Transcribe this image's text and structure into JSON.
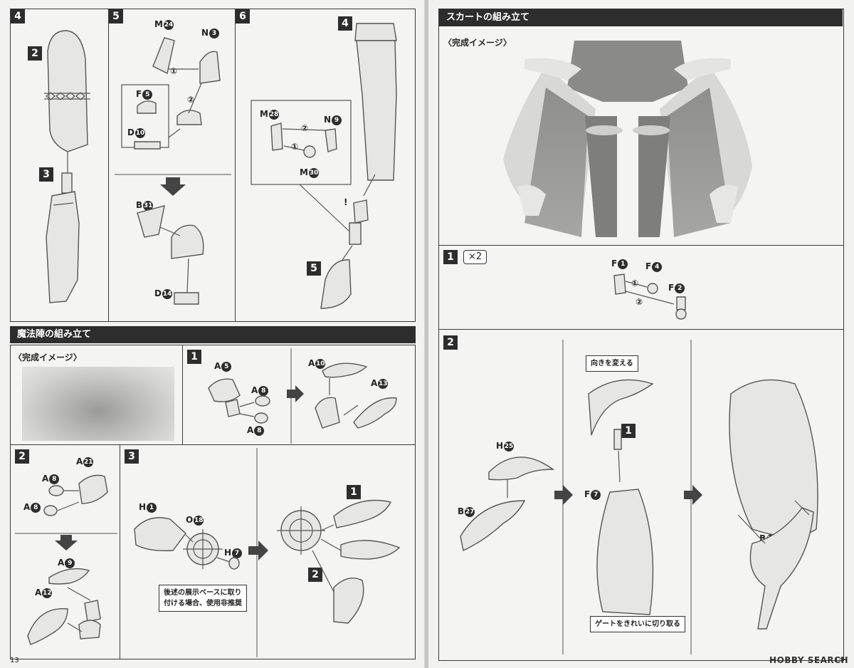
{
  "left": {
    "steps": {
      "s4": "4",
      "s5": "5",
      "s6": "6"
    },
    "step4": {
      "p2": "2",
      "p3": "3"
    },
    "step5": {
      "m": "M",
      "m_n": "24",
      "n": "N",
      "n_n": "3",
      "f": "F",
      "f_n": "5",
      "d": "D",
      "d_n": "10",
      "b": "B",
      "b_n": "31",
      "d2": "D",
      "d2_n": "14",
      "c1": "①",
      "c2": "②"
    },
    "step6": {
      "p4": "4",
      "p5": "5",
      "m": "M",
      "m_n": "28",
      "n": "N",
      "n_n": "9",
      "m2": "M",
      "m2_n": "30",
      "c1": "①",
      "c2": "②",
      "warn": "!"
    },
    "section_title": "魔法陣の組み立て",
    "image_label": "〈完成イメージ〉",
    "s1": {
      "num": "1",
      "a": "A",
      "a_n": "5",
      "a8": "A",
      "a8_n": "8",
      "a8b": "A",
      "a8b_n": "8",
      "a10": "A",
      "a10_n": "10",
      "a13": "A",
      "a13_n": "13"
    },
    "s2": {
      "num": "2",
      "a21": "A",
      "a21_n": "21",
      "a8": "A",
      "a8_n": "8",
      "a8b": "A",
      "a8b_n": "8",
      "a9": "A",
      "a9_n": "9",
      "a12": "A",
      "a12_n": "12"
    },
    "s3": {
      "num": "3",
      "h1": "H",
      "h1_n": "1",
      "o": "O",
      "o_n": "18",
      "h7": "H",
      "h7_n": "7",
      "note": "後述の展示ベースに取り\n付ける場合、使用非推奨",
      "p1": "1",
      "p2": "2"
    },
    "page_number": "13"
  },
  "right": {
    "section_title": "スカートの組み立て",
    "image_label": "〈完成イメージ〉",
    "s1": {
      "num": "1",
      "mult": "×2",
      "f1": "F",
      "f1_n": "1",
      "f4": "F",
      "f4_n": "4",
      "f2": "F",
      "f2_n": "2",
      "c1": "①",
      "c2": "②"
    },
    "s2": {
      "num": "2",
      "note_top": "向きを変える",
      "h": "H",
      "h_n": "25",
      "b27": "B",
      "b27_n": "27",
      "p1": "1",
      "f7": "F",
      "f7_n": "7",
      "b21": "B",
      "b21_n": "21",
      "note_bottom": "ゲートをきれいに切り取る"
    },
    "page_number": "14",
    "watermark": "HOBBY SEARCH"
  }
}
